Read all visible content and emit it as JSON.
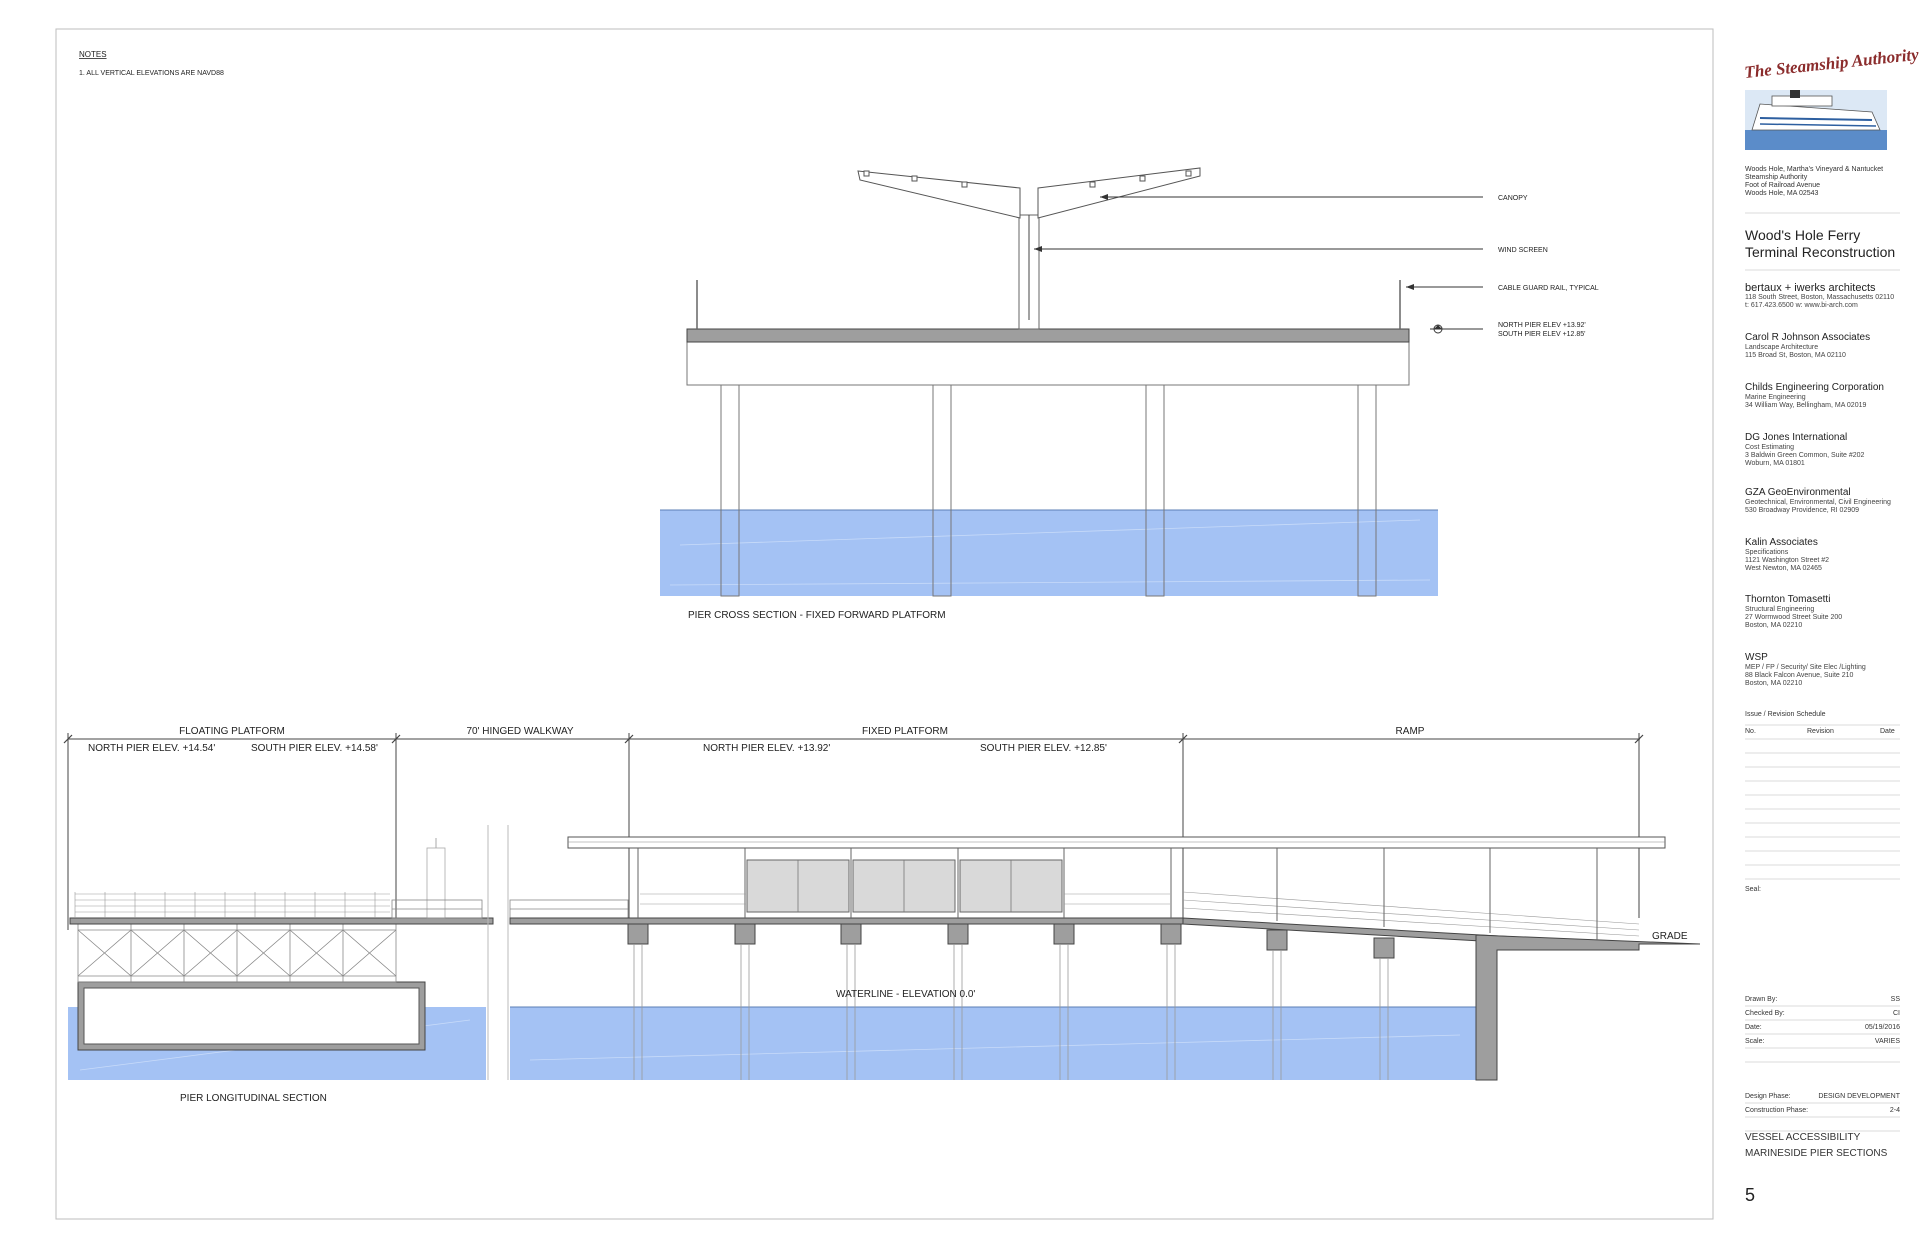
{
  "notes": {
    "heading": "NOTES",
    "items": [
      "1. ALL VERTICAL ELEVATIONS ARE NAVD88"
    ]
  },
  "cross_section": {
    "caption": "PIER CROSS SECTION - FIXED FORWARD PLATFORM",
    "callouts": {
      "canopy": "CANOPY",
      "wind_screen": "WIND SCREEN",
      "guard_rail": "CABLE GUARD RAIL, TYPICAL",
      "north_elev": "NORTH PIER ELEV +13.92'",
      "south_elev": "SOUTH PIER ELEV +12.85'"
    }
  },
  "longitudinal": {
    "caption": "PIER LONGITUDINAL SECTION",
    "floating_platform": "FLOATING PLATFORM",
    "floating_north": "NORTH PIER ELEV. +14.54'",
    "floating_south": "SOUTH PIER ELEV. +14.58'",
    "hinged_walkway": "70' HINGED WALKWAY",
    "fixed_platform": "FIXED PLATFORM",
    "fixed_north": "NORTH PIER ELEV. +13.92'",
    "fixed_south": "SOUTH PIER ELEV. +12.85'",
    "ramp": "RAMP",
    "grade": "GRADE",
    "waterline": "WATERLINE - ELEVATION 0.0'"
  },
  "colors": {
    "water": "#a4c2f4",
    "line": "#555555",
    "deck": "#9e9e9e"
  },
  "title_block": {
    "logo_text": "The Steamship Authority",
    "client_address": [
      "Woods Hole, Martha's Vineyard & Nantucket",
      "Steamship Authority",
      "Foot of Railroad Avenue",
      "Woods Hole, MA 02543"
    ],
    "project_title_1": "Wood's Hole Ferry",
    "project_title_2": "Terminal Reconstruction",
    "architect": {
      "name": "bertaux + iwerks architects",
      "line1": "118 South Street, Boston, Massachusetts 02110",
      "line2": "t: 617.423.6500     w: www.bi-arch.com"
    },
    "firms": [
      {
        "name": "Carol R Johnson Associates",
        "lines": [
          "Landscape Architecture",
          "115 Broad St, Boston, MA 02110"
        ]
      },
      {
        "name": "Childs Engineering Corporation",
        "lines": [
          "Marine Engineering",
          "34 William Way, Bellingham, MA 02019"
        ]
      },
      {
        "name": "DG Jones International",
        "lines": [
          "Cost Estimating",
          "3 Baldwin Green Common, Suite #202",
          "Woburn, MA 01801"
        ]
      },
      {
        "name": "GZA GeoEnvironmental",
        "lines": [
          "Geotechnical, Environmental, Civil Engineering",
          "530 Broadway Providence, RI 02909"
        ]
      },
      {
        "name": "Kalin Associates",
        "lines": [
          "Specifications",
          "1121 Washington Street  #2",
          "West Newton, MA 02465"
        ]
      },
      {
        "name": "Thornton Tomasetti",
        "lines": [
          "Structural Engineering",
          "27 Wormwood Street Suite 200",
          "Boston, MA 02210"
        ]
      },
      {
        "name": "WSP",
        "lines": [
          "MEP / FP / Security/ Site Elec /Lighting",
          "88 Black Falcon Avenue, Suite 210",
          "Boston, MA 02210"
        ]
      }
    ],
    "revision_schedule": {
      "title": "Issue / Revision Schedule",
      "col_no": "No.",
      "col_revision": "Revision",
      "col_date": "Date"
    },
    "seal_label": "Seal:",
    "drawn_by_label": "Drawn By:",
    "drawn_by": "SS",
    "checked_by_label": "Checked By:",
    "checked_by": "CI",
    "date_label": "Date:",
    "date": "05/19/2016",
    "scale_label": "Scale:",
    "scale": "VARIES",
    "design_phase_label": "Design Phase:",
    "design_phase": "DESIGN DEVELOPMENT",
    "construction_phase_label": "Construction Phase:",
    "construction_phase": "2-4",
    "sheet_title_1": "VESSEL ACCESSIBILITY",
    "sheet_title_2": "MARINESIDE PIER SECTIONS",
    "sheet_number": "5"
  }
}
